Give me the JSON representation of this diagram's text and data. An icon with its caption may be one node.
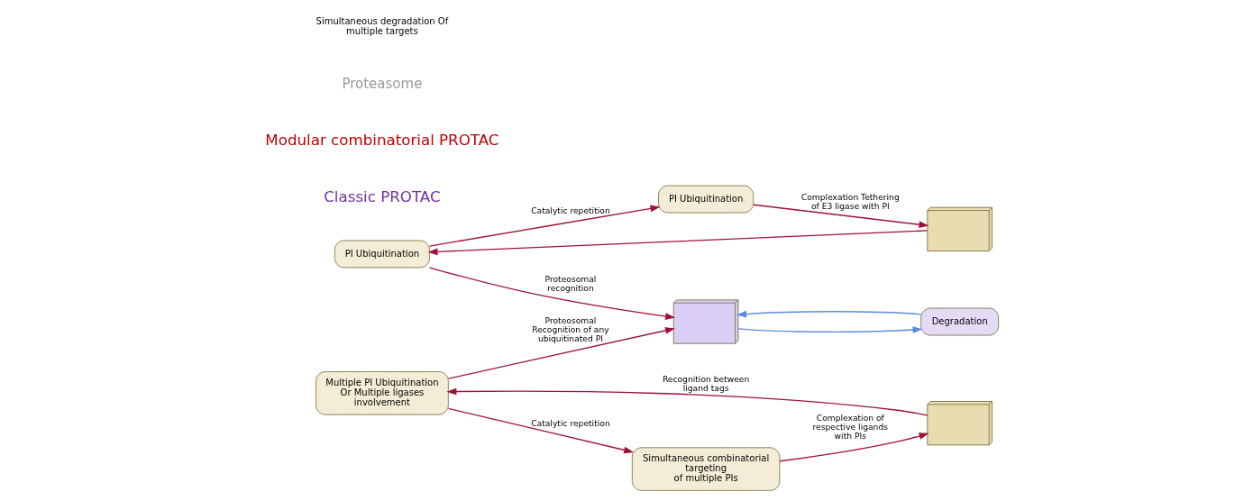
{
  "diagram": {
    "nodes": [
      {
        "text": [
          "PI Ubiquitination"
        ]
      },
      {
        "text": [],
        "shape": "picture"
      },
      {
        "text": [
          "PI Ubiquitination"
        ]
      },
      {
        "text": [
          "Degradation"
        ]
      },
      {
        "text": [],
        "shape": "picture"
      },
      {
        "text": [
          "Simultaneous combinatorial targeting",
          "of multiple PIs"
        ]
      },
      {
        "text": [],
        "shape": "picture"
      },
      {
        "text": [
          "Multiple PI Ubiquitination Or Multiple ligases involvement"
        ]
      }
    ],
    "edges": [
      {
        "from": 1,
        "to": 0,
        "arrow": "to"
      },
      {
        "from": 0,
        "to": 2,
        "arrow": "to",
        "label": "Catalytic repetition"
      },
      {
        "from": 2,
        "to": 1,
        "arrow": "to",
        "label": "Complexation Tethering of E3 ligase with PI"
      },
      {
        "from": 0,
        "to": 4,
        "arrow": "to",
        "label": "Proteosomal recognition"
      },
      {
        "from": 4,
        "to": 3,
        "arrow": "to",
        "color": "#5b8bd6"
      },
      {
        "from": 3,
        "to": 4,
        "arrow": "to",
        "color": "#5b8bd6"
      },
      {
        "from": 7,
        "to": 4,
        "arrow": "to",
        "label": "Proteosomal Recognition of any ubiquitinated PI"
      },
      {
        "from": 7,
        "to": 5,
        "arrow": "to",
        "label": "Catalytic repetition"
      },
      {
        "from": 5,
        "to": 6,
        "arrow": "to",
        "label": "Complexation of respective ligands with PIs"
      },
      {
        "from": 6,
        "to": 7,
        "arrow": "to",
        "label": "Recognition between ligand tags"
      }
    ],
    "labels": [
      "Classic PROTAC",
      "Modular combinatorial PROTAC",
      "Proteasome",
      "Simultaneous degradation Of multiple targets"
    ]
  }
}
